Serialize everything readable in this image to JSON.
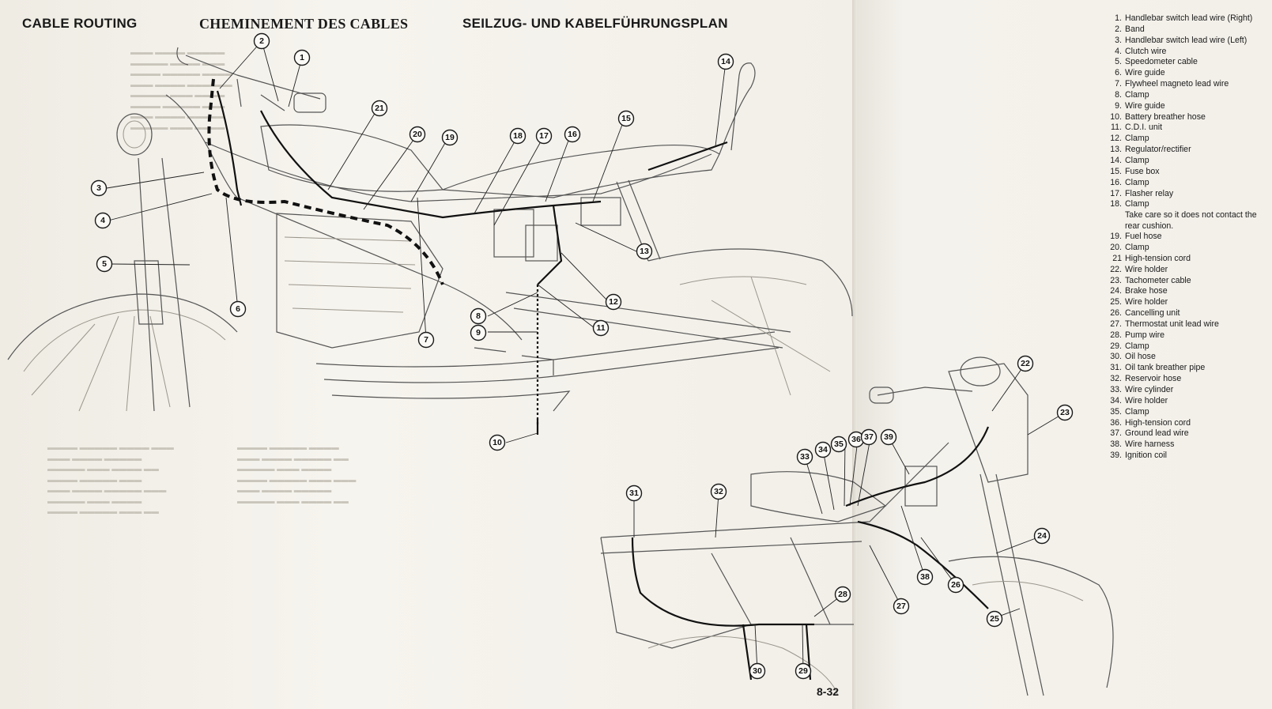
{
  "headings": {
    "english": "CABLE ROUTING",
    "french": "CHEMINEMENT DES CABLES",
    "german": "SEILZUG- UND KABELFÜHRUNGSPLAN"
  },
  "page_number": "8-32",
  "legend": [
    {
      "num": "1.",
      "text": "Handlebar switch lead wire (Right)"
    },
    {
      "num": "2.",
      "text": "Band"
    },
    {
      "num": "3.",
      "text": "Handlebar switch lead wire (Left)"
    },
    {
      "num": "4.",
      "text": "Clutch wire"
    },
    {
      "num": "5.",
      "text": "Speedometer cable"
    },
    {
      "num": "6.",
      "text": "Wire guide"
    },
    {
      "num": "7.",
      "text": "Flywheel magneto lead wire"
    },
    {
      "num": "8.",
      "text": "Clamp"
    },
    {
      "num": "9.",
      "text": "Wire guide"
    },
    {
      "num": "10.",
      "text": "Battery breather hose"
    },
    {
      "num": "11.",
      "text": "C.D.I. unit"
    },
    {
      "num": "12.",
      "text": "Clamp"
    },
    {
      "num": "13.",
      "text": "Regulator/rectifier"
    },
    {
      "num": "14.",
      "text": "Clamp"
    },
    {
      "num": "15.",
      "text": "Fuse box"
    },
    {
      "num": "16.",
      "text": "Clamp"
    },
    {
      "num": "17.",
      "text": "Flasher relay"
    },
    {
      "num": "18.",
      "text": "Clamp"
    },
    {
      "num": "",
      "text": "Take care so it does not contact the rear cushion."
    },
    {
      "num": "19.",
      "text": "Fuel hose"
    },
    {
      "num": "20.",
      "text": "Clamp"
    },
    {
      "num": "21",
      "text": "High-tension cord"
    },
    {
      "num": "22.",
      "text": "Wire holder"
    },
    {
      "num": "23.",
      "text": "Tachometer cable"
    },
    {
      "num": "24.",
      "text": "Brake hose"
    },
    {
      "num": "25.",
      "text": "Wire holder"
    },
    {
      "num": "26.",
      "text": "Cancelling unit"
    },
    {
      "num": "27.",
      "text": "Thermostat unit lead wire"
    },
    {
      "num": "28.",
      "text": "Pump wire"
    },
    {
      "num": "29.",
      "text": "Clamp"
    },
    {
      "num": "30.",
      "text": "Oil hose"
    },
    {
      "num": "31.",
      "text": "Oil tank breather pipe"
    },
    {
      "num": "32.",
      "text": "Reservoir hose"
    },
    {
      "num": "33.",
      "text": "Wire cylinder"
    },
    {
      "num": "34.",
      "text": "Wire holder"
    },
    {
      "num": "35.",
      "text": "Clamp"
    },
    {
      "num": "36.",
      "text": "High-tension cord"
    },
    {
      "num": "37.",
      "text": "Ground lead wire"
    },
    {
      "num": "38.",
      "text": "Wire harness"
    },
    {
      "num": "39.",
      "text": "Ignition coil"
    }
  ],
  "callouts": {
    "c1": "1",
    "c2": "2",
    "c3": "3",
    "c4": "4",
    "c5": "5",
    "c6": "6",
    "c7": "7",
    "c8": "8",
    "c9": "9",
    "c10": "10",
    "c11": "11",
    "c12": "12",
    "c13": "13",
    "c14": "14",
    "c15": "15",
    "c16": "16",
    "c17": "17",
    "c18": "18",
    "c19": "19",
    "c20": "20",
    "c21": "21",
    "c22": "22",
    "c23": "23",
    "c24": "24",
    "c25": "25",
    "c26": "26",
    "c27": "27",
    "c28": "28",
    "c29": "29",
    "c30": "30",
    "c31": "31",
    "c32": "32",
    "c33": "33",
    "c34": "34",
    "c35": "35",
    "c36": "36",
    "c37": "37",
    "c38": "38",
    "c39": "39"
  }
}
